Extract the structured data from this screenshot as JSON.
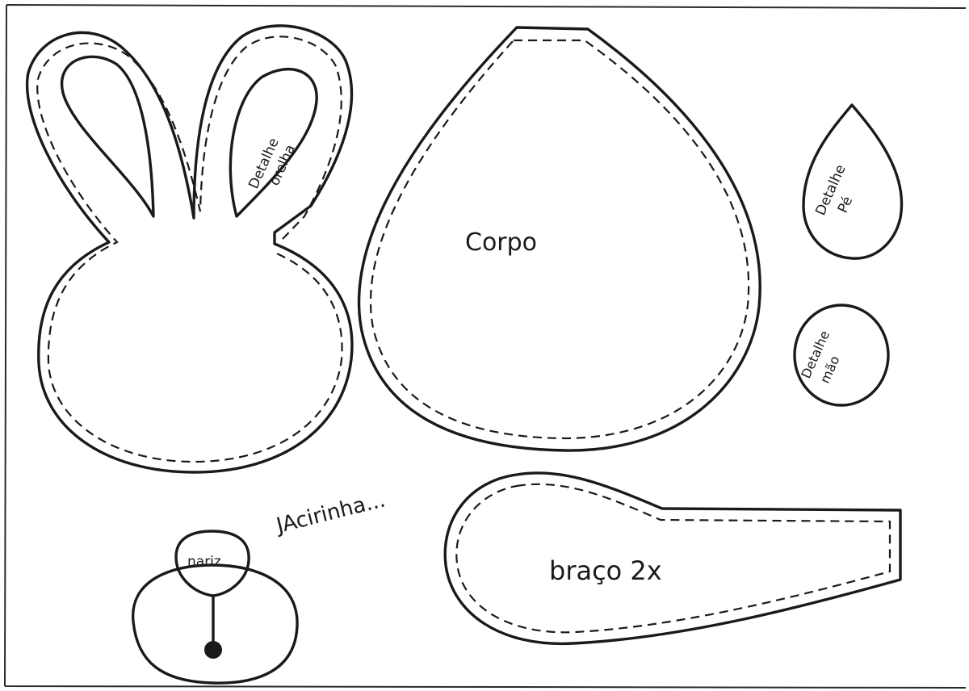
{
  "pattern_pieces": {
    "head": {
      "label_ear_detail": "Detalhe orelha"
    },
    "body": {
      "label": "Corpo"
    },
    "foot_detail": {
      "label": "Detalhe Pé"
    },
    "hand_detail": {
      "label": "Detalhe mão"
    },
    "arm": {
      "label": "braço 2x"
    },
    "nose": {
      "label": "nariz"
    }
  },
  "signature": "JAcirinha..."
}
